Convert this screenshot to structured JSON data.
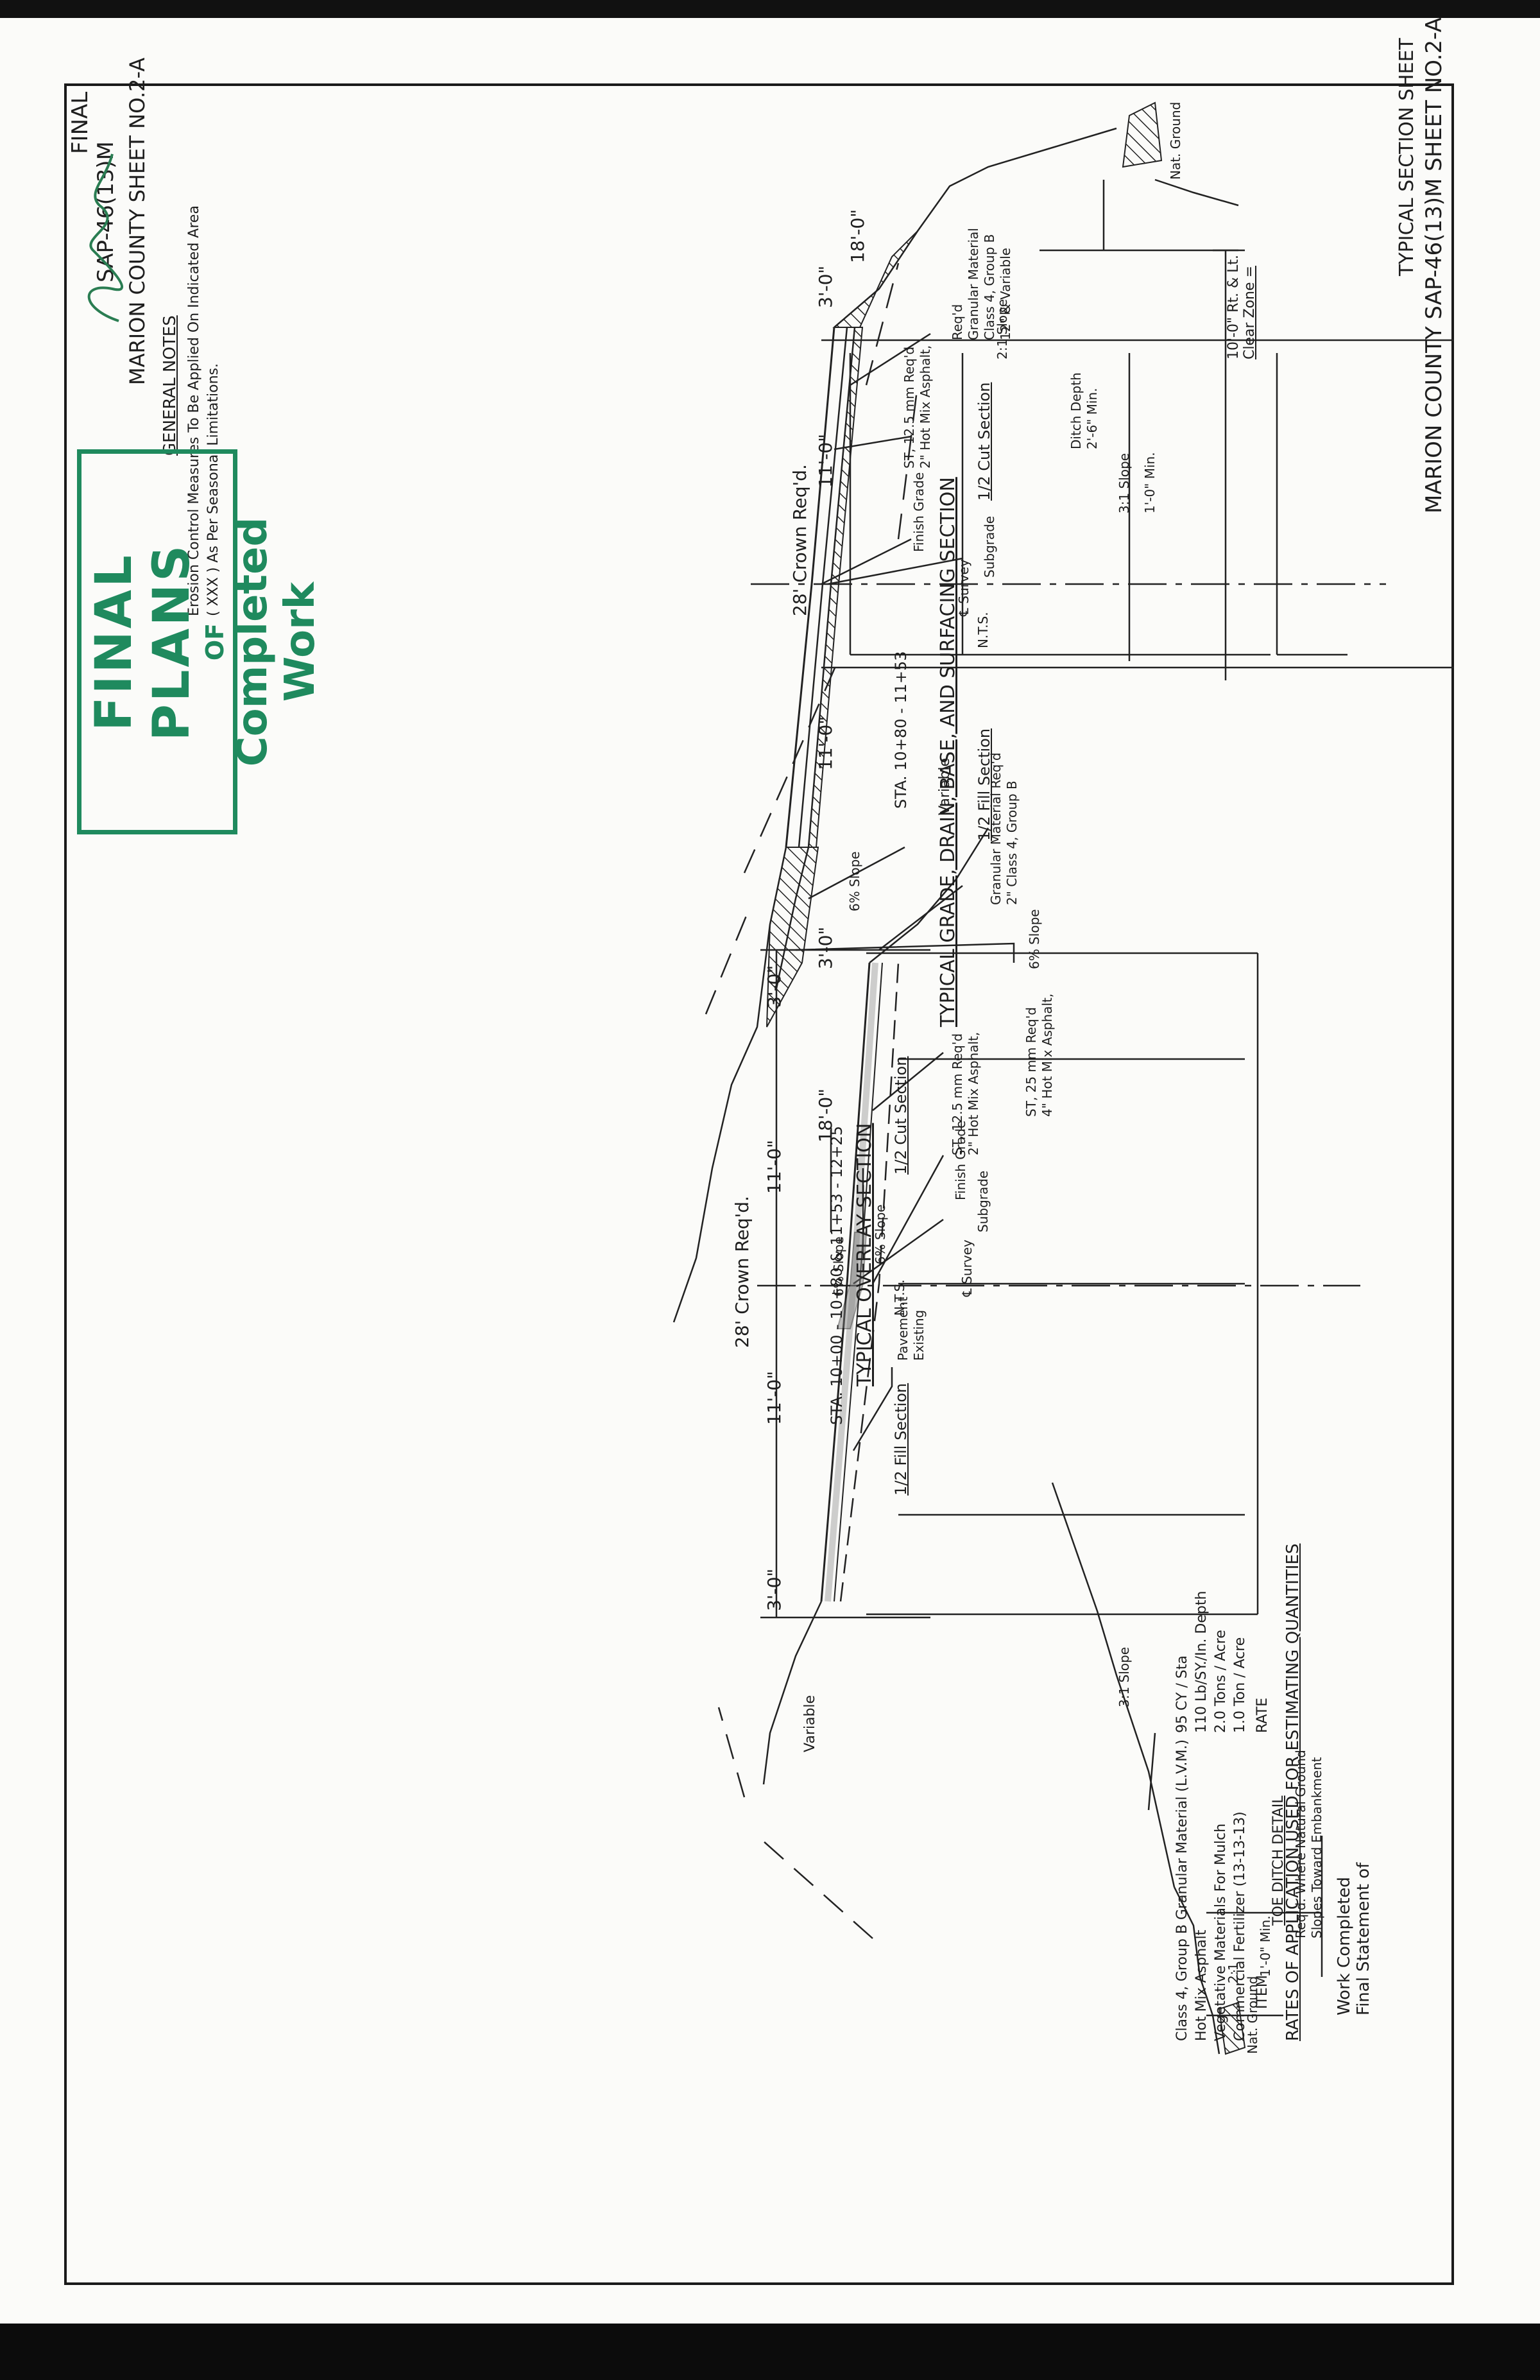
{
  "header": {
    "final_statement": [
      "Final Statement of",
      "Work Completed"
    ],
    "corner_label": "FINAL",
    "sheet_code": "SAP-46(13)M",
    "sheet_title_top": "MARION COUNTY SHEET NO.2-A"
  },
  "rates": {
    "title": "RATES OF APPLICATION USED FOR ESTIMATING QUANTITIES",
    "col_item": "ITEM",
    "col_rate": "RATE",
    "rows": [
      {
        "item": "Commercial Fertilizer (13-13-13)",
        "rate": "1.0 Ton / Acre"
      },
      {
        "item": "Vegetative Materials For Mulch",
        "rate": "2.0 Tons / Acre"
      },
      {
        "item": "Hot Mix Asphalt",
        "rate": "110 Lb/SY./In. Depth"
      },
      {
        "item": "Class 4, Group B Granular Material (L.V.M.)",
        "rate": "95 CY / Sta"
      }
    ]
  },
  "general_notes": {
    "title": "GENERAL NOTES",
    "lines": [
      "Erosion Control Measures To Be Applied On Indicated Area",
      "( XXX ) As Per Seasonal Limitations."
    ]
  },
  "stamp": {
    "line1": "FINAL PLANS",
    "line2": "OF",
    "line3": "Completed Work"
  },
  "overlay": {
    "dims": {
      "left": "3'-0\"",
      "lane_left": "11'-0\"",
      "lane_right": "11'-0\"",
      "right": "3'-0\"",
      "crown": "28' Crown Req'd."
    },
    "labels": {
      "variable_left": "Variable",
      "variable_right": "Variable",
      "existing": [
        "Existing",
        "Pavement"
      ],
      "slope_a": "6% Slope",
      "slope_b": "6% Slope",
      "finish": "Finish Grade",
      "asphalt": [
        "2\" Hot Mix Asphalt,",
        "ST, 12.5 mm Req'd"
      ],
      "granular": [
        "2\" Class 4, Group B",
        "Granular Material Req'd"
      ],
      "survey": "℄ Survey",
      "subgrade": "Subgrade",
      "fill": "1/2 Fill Section",
      "nts": "N.T.S.",
      "cut": "1/2 Cut Section"
    },
    "title": "TYPICAL OVERLAY SECTION",
    "stations": "STA. 10+00 - 10+80 & 11+53 - 12+25"
  },
  "grade": {
    "dims": {
      "left_outer": "18'-0\"",
      "left_shoulder": "3'-0\"",
      "lane_left": "11'-0\"",
      "lane_right": "11'-0\"",
      "right_shoulder": "3'-0\"",
      "right_outer": "18'-0\"",
      "crown": "28' Crown Req'd."
    },
    "labels": {
      "nat_ground_left": "Nat. Ground",
      "nat_ground_right": "Nat. Ground",
      "two_to_one_left": "2:1",
      "min_left": "1'-0\" Min.",
      "three_slope_left": "3:1 Slope",
      "three_slope_right": "3:1 Slope",
      "min_right": "1'-0\" Min.",
      "ditch": [
        "2'-6\" Min.",
        "Ditch Depth"
      ],
      "two_slope_right": "2:1 Slope",
      "asphalt_base": [
        "4\" Hot Mix Asphalt,",
        "ST, 25 mm Req'd"
      ],
      "slope_a": "6% Slope",
      "slope_b": "6% Slope",
      "finish": "Finish Grade",
      "asphalt_top": [
        "2\" Hot Mix Asphalt,",
        "ST, 12.5 mm Req'd"
      ],
      "granular": [
        "12\" & Variable",
        "Class 4, Group B",
        "Granular Material",
        "Req'd"
      ],
      "survey": "℄ Survey",
      "subgrade": "Subgrade",
      "clear_zone": [
        "Clear Zone =",
        "10'-0\" Rt. & Lt."
      ],
      "fill": "1/2 Fill Section",
      "nts": "N.T.S.",
      "cut": "1/2 Cut Section"
    },
    "toe": {
      "title": "TOE DITCH DETAIL",
      "notes": [
        "Req'd. Where Natural Ground",
        "Slopes Toward Embankment"
      ]
    },
    "title": "TYPICAL GRADE, DRAIN, BASE, AND SURFACING SECTION",
    "stations": "STA. 10+80 - 11+53"
  },
  "footer": {
    "sheet_name": "TYPICAL SECTION SHEET",
    "sheet_id": "MARION COUNTY SAP-46(13)M SHEET NO.2-A"
  }
}
